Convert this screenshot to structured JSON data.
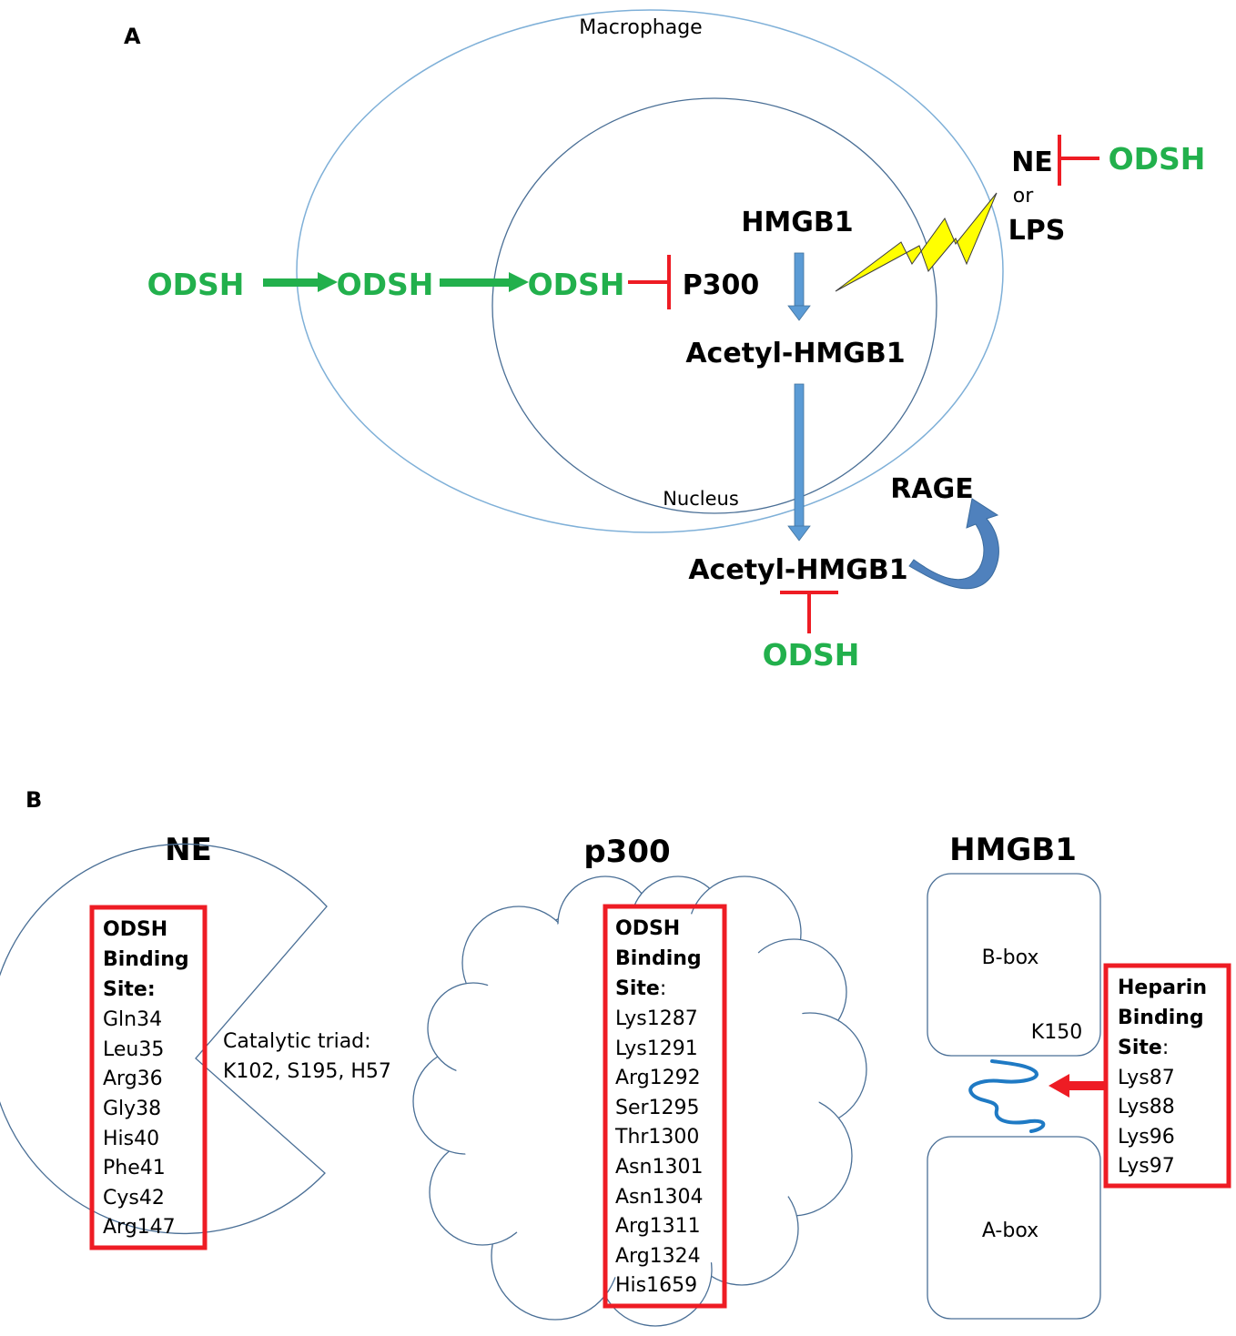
{
  "panel_a": {
    "label": "A",
    "macrophage": "Macrophage",
    "nucleus": "Nucleus",
    "odsh_outside": "ODSH",
    "odsh_cytoplasm": "ODSH",
    "odsh_nucleus": "ODSH",
    "p300": "P300",
    "hmgb1": "HMGB1",
    "acetyl_hmgb1_nuclear": "Acetyl-HMGB1",
    "acetyl_hmgb1_extracellular": "Acetyl-HMGB1",
    "rage": "RAGE",
    "odsh_bottom": "ODSH",
    "ne": "NE",
    "or": "or",
    "lps": "LPS",
    "odsh_ne": "ODSH",
    "colors": {
      "green": "#22b04c",
      "red": "#ee1c24",
      "blue_arrow": "#5b9bd5",
      "bolt": "#ffff00"
    }
  },
  "panel_b": {
    "label": "B",
    "ne": {
      "title": "NE",
      "site_title": [
        "ODSH",
        "Binding",
        "Site:"
      ],
      "residues": [
        "Gln34",
        "Leu35",
        "Arg36",
        "Gly38",
        "His40",
        "Phe41",
        "Cys42",
        "Arg147"
      ],
      "catalytic_line1": "Catalytic triad:",
      "catalytic_line2": "K102, S195, H57"
    },
    "p300": {
      "title": "p300",
      "site_title_1": "ODSH",
      "site_title_2": "Binding",
      "site_title_3": "Site",
      "site_title_colon": ":",
      "residues": [
        "Lys1287",
        "Lys1291",
        "Arg1292",
        "Ser1295",
        "Thr1300",
        "Asn1301",
        "Asn1304",
        "Arg1311",
        "Arg1324",
        "His1659"
      ]
    },
    "hmgb1": {
      "title": "HMGB1",
      "b_box": "B-box",
      "k150": "K150",
      "a_box": "A-box",
      "site_title_1": "Heparin",
      "site_title_2": "Binding",
      "site_title_3": "Site",
      "site_title_colon": ":",
      "residues": [
        "Lys87",
        "Lys88",
        "Lys96",
        "Lys97"
      ]
    }
  }
}
